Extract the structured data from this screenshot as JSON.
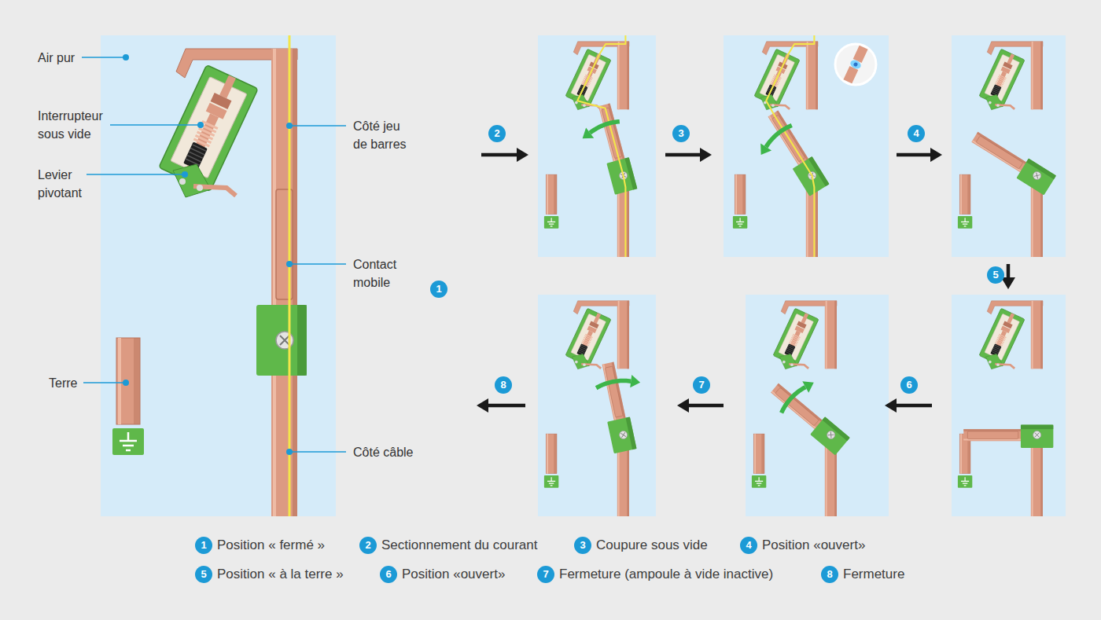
{
  "diagram": {
    "nodes": [
      {
        "text": [
          "1"
        ]
      },
      {
        "text": [
          "2"
        ]
      },
      {
        "text": [
          "3"
        ]
      },
      {
        "text": [
          "4"
        ]
      },
      {
        "text": [
          "5"
        ]
      },
      {
        "text": [
          "6"
        ]
      },
      {
        "text": [
          "7"
        ]
      },
      {
        "text": [
          "8"
        ]
      },
      {
        "text": [
          "1",
          "Position « fermé »"
        ]
      },
      {
        "text": [
          "2",
          "Sectionnement du courant"
        ]
      },
      {
        "text": [
          "3",
          "Coupure sous vide"
        ]
      },
      {
        "text": [
          "4",
          "Position «ouvert»"
        ]
      },
      {
        "text": [
          "5",
          "Position « à la terre »"
        ]
      },
      {
        "text": [
          "6",
          "Position «ouvert»"
        ]
      },
      {
        "text": [
          "7",
          "Fermeture (ampoule à vide inactive)"
        ]
      },
      {
        "text": [
          "8",
          "Fermeture"
        ]
      }
    ],
    "labels": [
      "Air pur",
      "Interrupteur sous vide",
      "Levier pivotant",
      "Terre",
      "Côté jeu de barres",
      "Contact mobile",
      "Côté câble"
    ]
  }
}
